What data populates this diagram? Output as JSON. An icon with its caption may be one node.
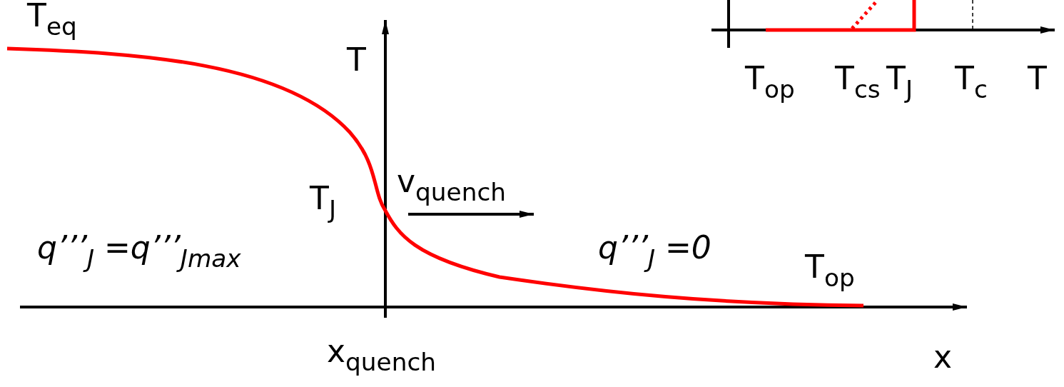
{
  "diagram": {
    "labels": [
      "T$_{op}$",
      "T$_{cs}$",
      "T$_{J}$",
      "T$_{c}$",
      "T",
      "T$_{eq}$",
      "T",
      "T$_{J}$",
      "v$_{quench}$",
      "q’’’$_{J}$ =q’’’$_{Jmax}$",
      "q’’’$_{J}$ =0",
      "T$_{op}$",
      "x$_{quench}$",
      "x"
    ]
  }
}
